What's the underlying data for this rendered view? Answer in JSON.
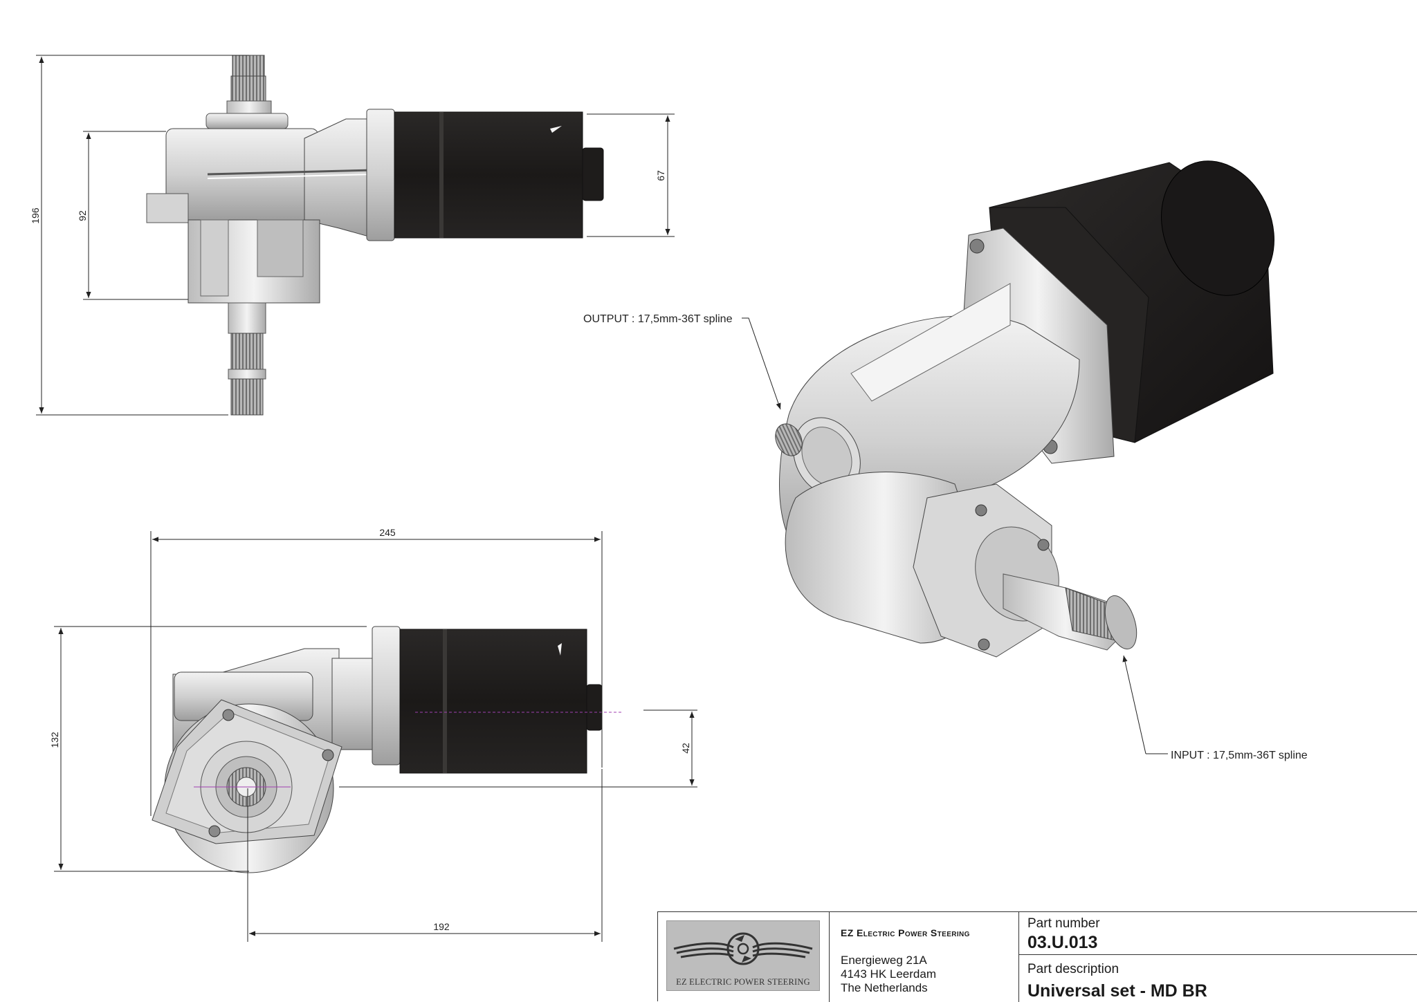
{
  "drawing": {
    "dimensions": {
      "top_height": "196",
      "top_inner_height": "92",
      "top_motor_height": "67",
      "front_width": "245",
      "front_height": "132",
      "front_offset": "42",
      "front_width_bottom": "192"
    },
    "callouts": {
      "output": "OUTPUT : 17,5mm-36T spline",
      "input": "INPUT : 17,5mm-36T spline"
    }
  },
  "title_block": {
    "logo_text": "EZ ELECTRIC POWER STEERING",
    "company_name": "EZ Electric Power Steering",
    "address_line1": "Energieweg 21A",
    "address_line2": "4143 HK Leerdam",
    "address_line3": "The Netherlands",
    "part_number_label": "Part number",
    "part_number_value": "03.U.013",
    "part_description_label": "Part description",
    "part_description_value": "Universal set - MD BR"
  },
  "colors": {
    "housing_light": "#d9d9d9",
    "housing_mid": "#bdbdbd",
    "motor_dark": "#1c1a19",
    "line": "#222222"
  }
}
